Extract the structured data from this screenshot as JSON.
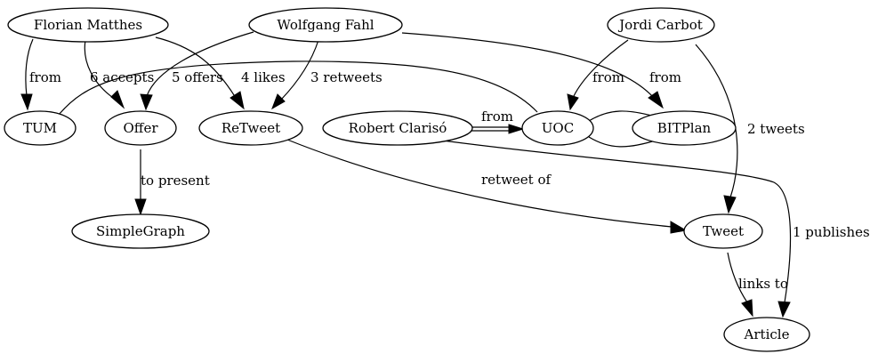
{
  "nodes": {
    "florian_matthes": "Florian Matthes",
    "wolfgang_fahl": "Wolfgang Fahl",
    "jordi_carbot": "Jordi Carbot",
    "tum": "TUM",
    "offer": "Offer",
    "retweet": "ReTweet",
    "robert_clariso": "Robert Clarisó",
    "uoc": "UOC",
    "bitplan": "BITPlan",
    "simplegraph": "SimpleGraph",
    "tweet": "Tweet",
    "article": "Article"
  },
  "edges": {
    "florian_tum": "from",
    "florian_offer": "6 accepts",
    "wolfgang_offer": "5 offers",
    "florian_retweet": "4 likes",
    "wolfgang_retweet": "3 retweets",
    "jordi_uoc": "from",
    "wolfgang_bitplan": "from",
    "jordi_tweet": "2 tweets",
    "robert_uoc": "from",
    "offer_simplegraph": "to present",
    "retweet_tweet": "retweet of",
    "robert_article": "1 publishes",
    "tweet_article": "links to",
    "tum_uoc": "",
    "uoc_bitplan": ""
  }
}
